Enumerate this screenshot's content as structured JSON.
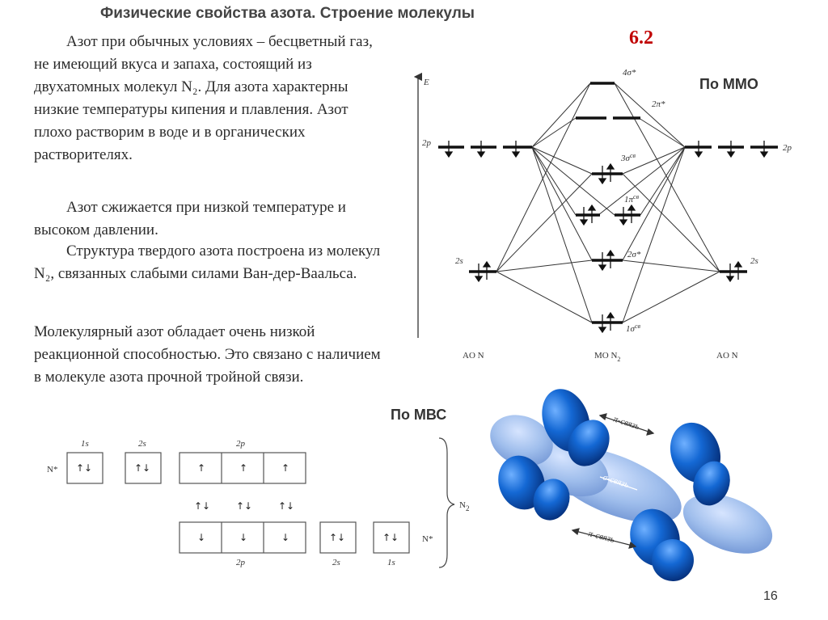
{
  "header": {
    "title": "Физические свойства азота. Строение молекулы",
    "slide_code": "6.2"
  },
  "text": {
    "p1": "Азот при обычных условиях – бесцветный газ, не имеющий вкуса и запаха, состоящий из двухатомных молекул N₂. Для азота характерны низкие температуры кипения и плавления. Азот плохо растворим в воде и в органических растворителях.",
    "p2": "Азот сжижается при низкой температуре и высоком давлении.",
    "p3": "Структура твердого азота построена из молекул N₂, связанных слабыми силами Ван-дер-Ваальса.",
    "p4": "Молекулярный азот обладает очень низкой реакционной способностью. Это связано с наличием в молекуле азота прочной тройной связи."
  },
  "mo_diagram": {
    "heading": "По ММО",
    "energy_axis": "E",
    "ao_left": "AO N",
    "mo_center": "MO N",
    "mo_center_sub": "2",
    "ao_right": "AO N",
    "levels": {
      "sigma4": "4σ*",
      "pi2": "2π*",
      "sigma3": "3σ",
      "sigma3_sup": "св",
      "pi1": "1π",
      "pi1_sup": "св",
      "sigma2": "2σ*",
      "sigma1": "1σ",
      "sigma1_sup": "св",
      "p_left": "2p",
      "p_right": "2p",
      "s_left": "2s",
      "s_right": "2s"
    }
  },
  "vb_diagram": {
    "heading": "По МВС",
    "top_row_label": "N*",
    "bottom_row_label": "N*",
    "molecule": "N",
    "molecule_sub": "2",
    "top_headers": [
      "1s",
      "2s",
      "2p"
    ],
    "bottom_headers": [
      "2p",
      "2s",
      "1s"
    ],
    "top_cells": [
      "↑↓",
      "↑↓",
      "↑",
      "↑",
      "↑"
    ],
    "pair_arrows": [
      "↑↓",
      "↑↓",
      "↑↓"
    ],
    "bottom_cells": [
      "↓",
      "↓",
      "↓",
      "↑↓",
      "↑↓"
    ]
  },
  "orbital_image": {
    "pi_bond_top": "π-связь",
    "sigma_bond": "σ-связь",
    "pi_bond_bottom": "π-связь",
    "colors": {
      "lobe_dark": "#0a57b8",
      "lobe_light": "#7fa8e6"
    }
  },
  "footer": {
    "page": "16"
  }
}
